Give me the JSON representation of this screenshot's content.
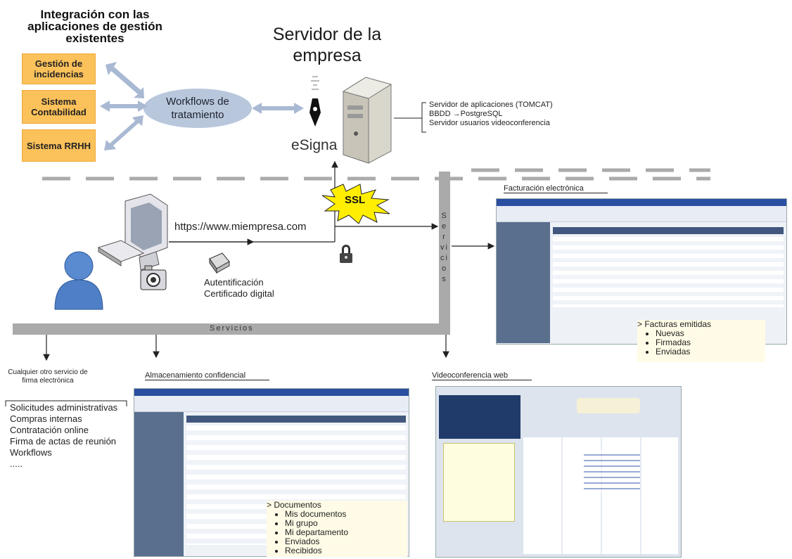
{
  "integration": {
    "title": "Integración con las aplicaciones de gestión existentes",
    "systems": [
      "Gestión de incidencias",
      "Sistema Contabilidad",
      "Sistema RRHH"
    ]
  },
  "workflows": {
    "label": "Workflows de tratamiento"
  },
  "server": {
    "title": "Servidor de la empresa",
    "esigna": "eSigna",
    "details": [
      "Servidor de aplicaciones (TOMCAT)",
      "BBDD →PostgreSQL",
      "Servidor usuarios videoconferencia"
    ]
  },
  "network": {
    "url": "https://www.miempresa.com",
    "ssl": "SSL",
    "auth": [
      "Autentificación",
      "Certificado digital"
    ],
    "services_vertical": "Servicios",
    "services_horizontal": "Servicios"
  },
  "facturacion": {
    "title": "Facturación electrónica",
    "list_header": "> Facturas emitidas",
    "items": [
      "Nuevas",
      "Firmadas",
      "Enviadas"
    ]
  },
  "other": {
    "title": "Cualquier otro servicio de firma electrónica",
    "items": [
      "Solicitudes administrativas",
      "Compras internas",
      "Contratación online",
      "Firma de actas de reunión",
      "Workflows",
      "....."
    ]
  },
  "almacenamiento": {
    "title": "Almacenamiento confidencial",
    "list_header": "> Documentos",
    "items": [
      "Mis documentos",
      "Mi grupo",
      "Mi departamento",
      "Enviados",
      "Recibidos"
    ]
  },
  "video": {
    "title": "Videoconferencia web"
  },
  "colors": {
    "orange": "#fbc15a",
    "ellipse": "#b9c7dc",
    "bar": "#aaaaaa",
    "arrow": "#a9b9d3",
    "user": "#4f7fc6"
  }
}
